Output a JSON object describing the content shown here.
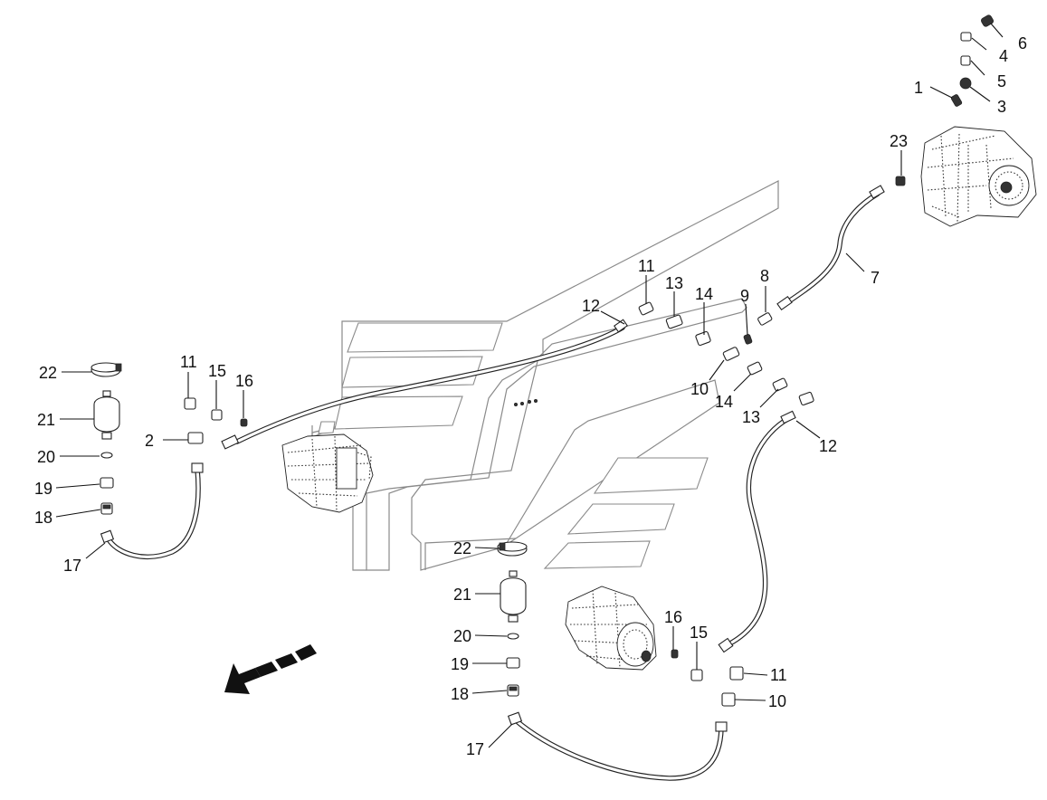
{
  "callouts": {
    "c1": "1",
    "c2": "2",
    "c3": "3",
    "c4": "4",
    "c5": "5",
    "c6": "6",
    "c7": "7",
    "c8": "8",
    "c9": "9",
    "c10": "10",
    "c11": "11",
    "c12": "12",
    "c13": "13",
    "c14": "14",
    "c15": "15",
    "c16": "16",
    "c17": "17",
    "c18": "18",
    "c19": "19",
    "c20": "20",
    "c21": "21",
    "c22": "22",
    "c23": "23"
  },
  "icons": {
    "direction_arrow": "forward-direction-arrow-icon",
    "hydraulic_pump": "hydraulic-pump-icon",
    "travel_motor": "travel-motor-icon",
    "accumulator": "accumulator-icon",
    "hose_clamp": "hose-clamp-icon"
  }
}
